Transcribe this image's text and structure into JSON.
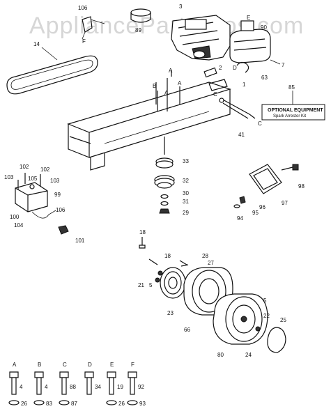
{
  "watermark": "AppliancePartsPros.com",
  "optional_box": {
    "title": "OPTIONAL EQUIPMENT",
    "subtitle": "Spark Arrestor Kit"
  },
  "callouts": {
    "c106": "106",
    "cF1": "F",
    "c14": "14",
    "c89": "89",
    "c3": "3",
    "cE1": "E",
    "c90": "90",
    "c7": "7",
    "c2": "2",
    "cD1": "D",
    "c63": "63",
    "cB1": "B",
    "cA1": "A",
    "cA2": "A",
    "cA3": "A",
    "cC1": "C",
    "c1": "1",
    "c85": "85",
    "cC2": "C",
    "c41": "41",
    "c33": "33",
    "c32": "32",
    "c30": "30",
    "c31": "31",
    "c29": "29",
    "c102a": "102",
    "c102b": "102",
    "c103a": "103",
    "c105": "105",
    "c103b": "103",
    "c99": "99",
    "c100": "100",
    "c106b": "106",
    "c104": "104",
    "c101": "101",
    "c98": "98",
    "c97": "97",
    "c96": "96",
    "c95": "95",
    "c94": "94",
    "c18a": "18",
    "c18b": "18",
    "c28": "28",
    "c27": "27",
    "c21": "21",
    "c5a": "5",
    "c23": "23",
    "c66": "66",
    "c5b": "5",
    "c22": "22",
    "c25": "25",
    "c80": "80",
    "c24": "24"
  },
  "hardware": [
    {
      "letter": "A",
      "part": "4",
      "washer": "26"
    },
    {
      "letter": "B",
      "part": "4",
      "washer": "83"
    },
    {
      "letter": "C",
      "part": "88",
      "washer": "87"
    },
    {
      "letter": "D",
      "part": "34",
      "washer": ""
    },
    {
      "letter": "E",
      "part": "19",
      "washer": "26"
    },
    {
      "letter": "F",
      "part": "92",
      "washer": "93"
    }
  ]
}
